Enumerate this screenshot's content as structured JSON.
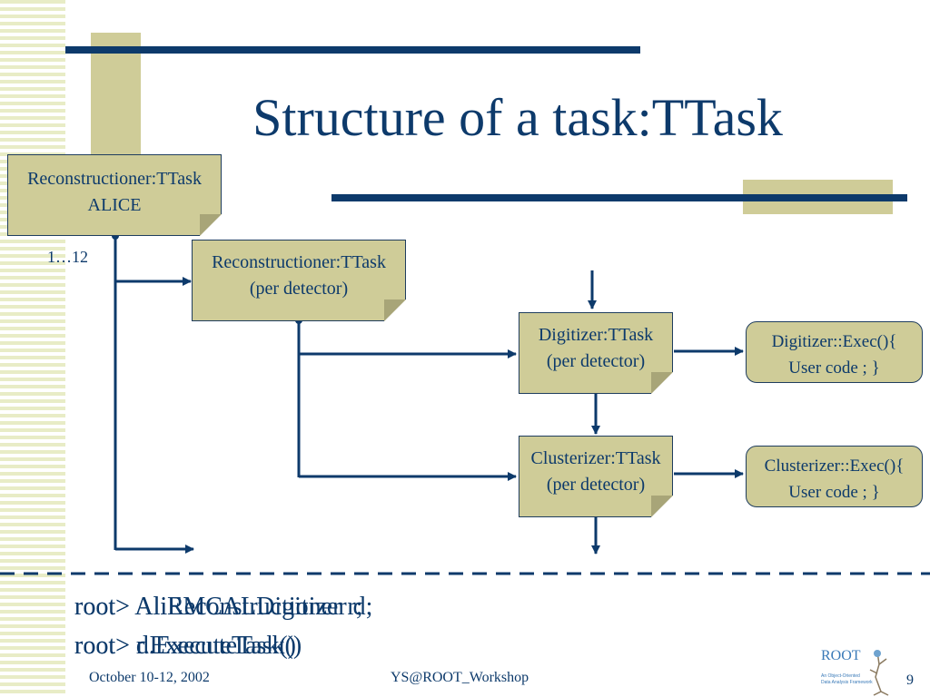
{
  "slide": {
    "title": "Structure of a task:TTask"
  },
  "diagram": {
    "nodes": [
      {
        "id": "alice",
        "line1": "Reconstructioner:TTask",
        "line2": "ALICE"
      },
      {
        "id": "reco_det",
        "line1": "Reconstructioner:TTask",
        "line2": "(per detector)"
      },
      {
        "id": "digitizer",
        "line1": "Digitizer:TTask",
        "line2": "(per detector)"
      },
      {
        "id": "clusterizer",
        "line1": "Clusterizer:TTask",
        "line2": "(per detector)"
      },
      {
        "id": "digi_exec",
        "line1": "Digitizer::Exec(){",
        "line2": "User code ; }"
      },
      {
        "id": "clus_exec",
        "line1": "Clusterizer::Exec(){",
        "line2": "User code ; }"
      }
    ],
    "multiplicity_label": "1…12"
  },
  "code": {
    "line1_a": "root> AliReconstructioner r;",
    "line1_b": "root> AliEMCALDigitizer d;",
    "line2_a": "root> r.ExecuteTask()",
    "line2_b": "root> d.ExecuteTask()"
  },
  "footer": {
    "date": "October 10-12, 2002",
    "event": "YS@ROOT_Workshop",
    "page": "9"
  },
  "logo": {
    "name": "ROOT",
    "tagline1": "An Object-Oriented",
    "tagline2": "Data Analysis Framework"
  },
  "colors": {
    "navy": "#0d3a6b",
    "khaki": "#cfcc98",
    "stripe": "#e8ecc6"
  }
}
